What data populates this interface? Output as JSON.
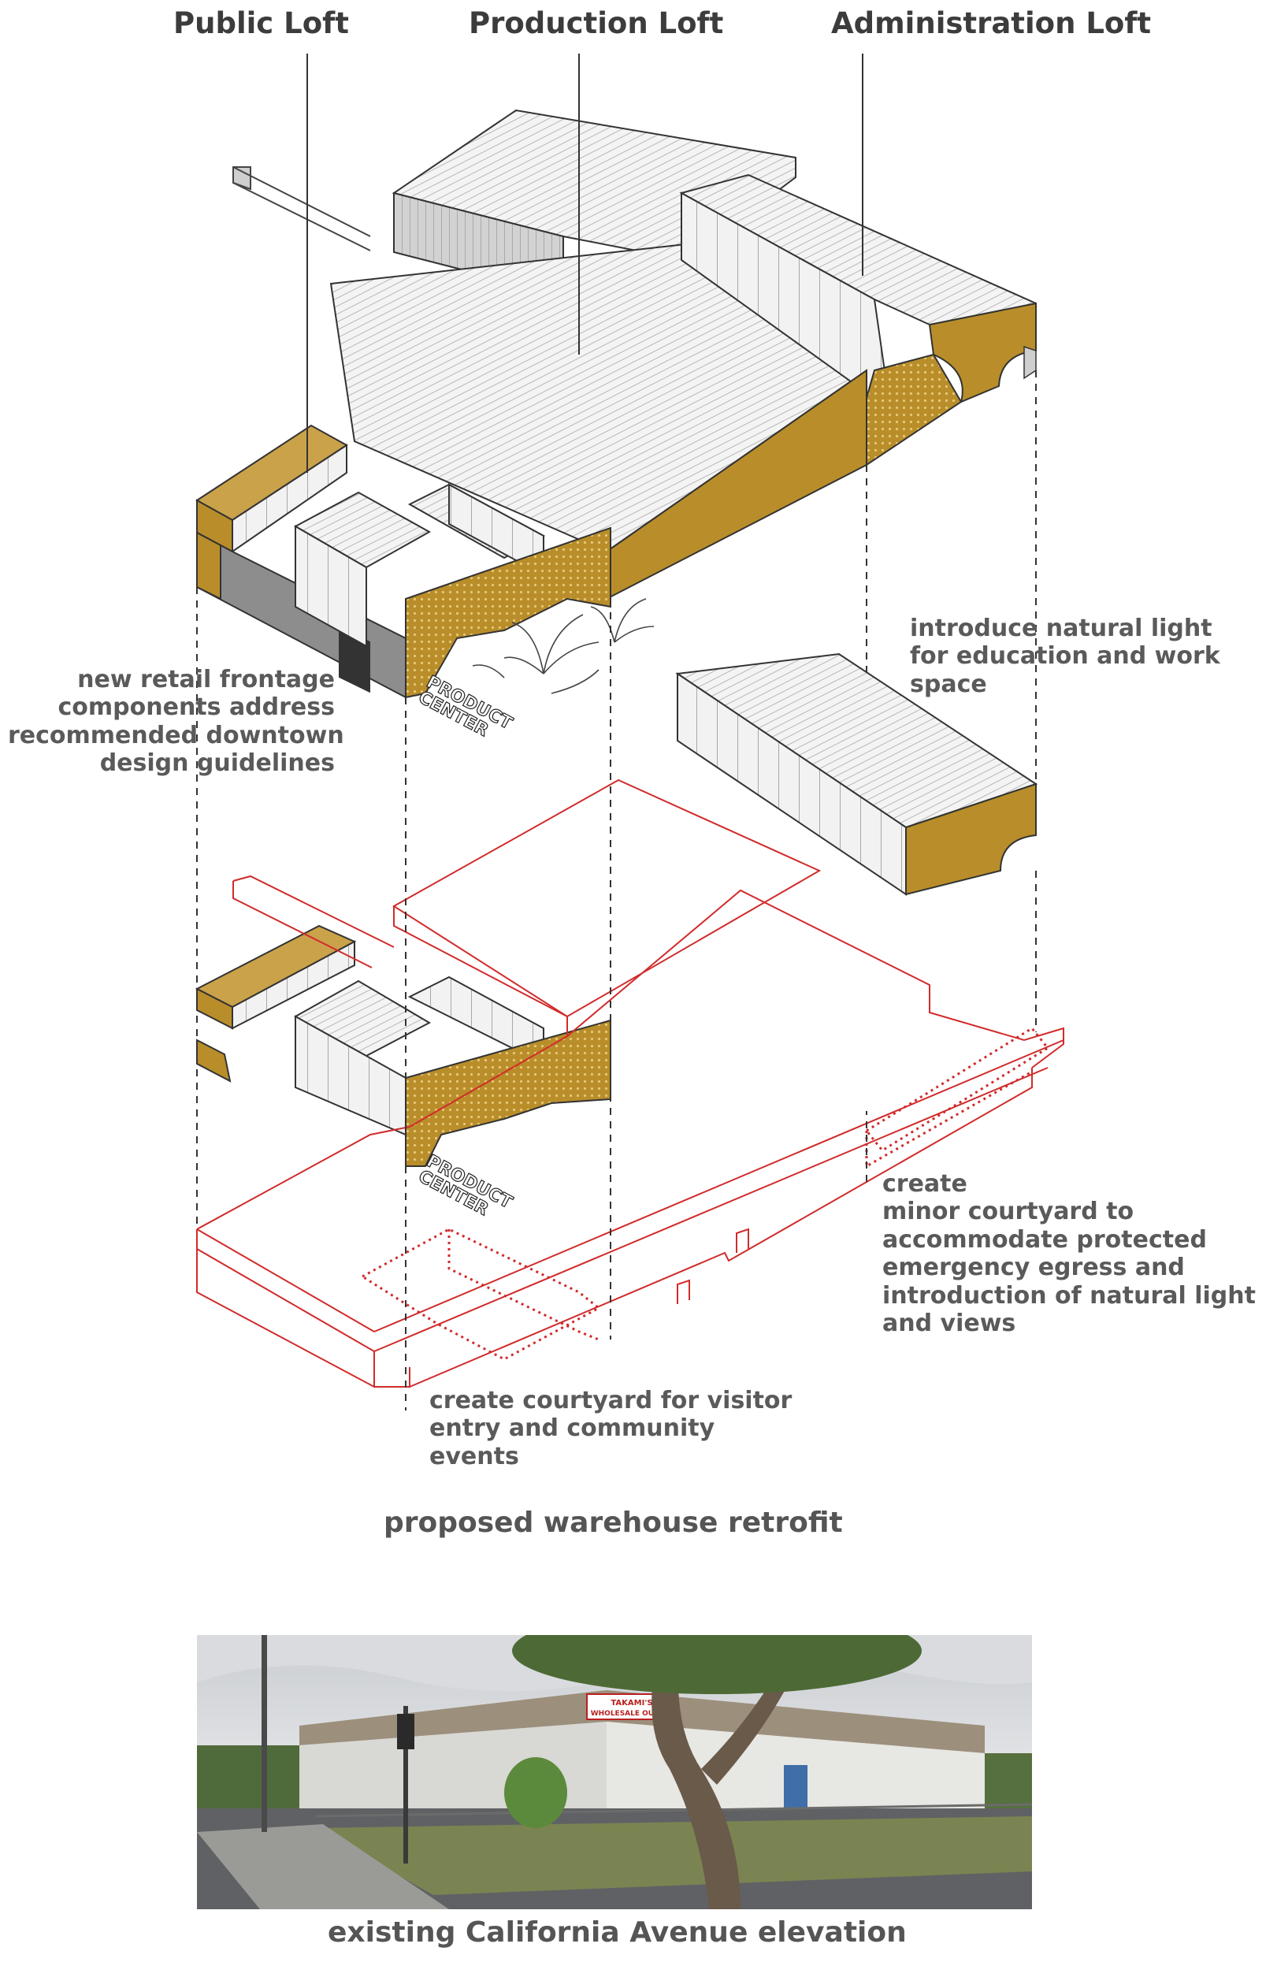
{
  "titles": {
    "public_loft": "Public Loft",
    "production_loft": "Production Loft",
    "administration_loft": "Administration Loft"
  },
  "annotations": {
    "retail_frontage": [
      "new retail frontage",
      "components address",
      "recommended downtown",
      "design guidelines"
    ],
    "natural_light": [
      "introduce natural light",
      "for education and work",
      "space"
    ],
    "minor_courtyard": [
      "create",
      "minor courtyard to",
      "accommodate protected",
      "emergency egress and",
      "introduction of natural light",
      "and views"
    ],
    "visitor_courtyard": [
      "create courtyard for visitor",
      "entry and community",
      "events"
    ]
  },
  "signage": {
    "line1": "PRODUCT",
    "line2": "CENTER"
  },
  "captions": {
    "proposed": "proposed warehouse retrofit",
    "existing": "existing California Avenue elevation"
  },
  "photo_sign": {
    "line1": "TAKAMI'S",
    "line2": "WHOLESALE OUTLET"
  },
  "colors": {
    "gold": "#b98e2a",
    "gold_dark": "#9a7420",
    "red_outline": "#d12b2b",
    "roof_line": "#9a9a9a",
    "wall_grey": "#8a8a8a",
    "text": "#555555"
  }
}
